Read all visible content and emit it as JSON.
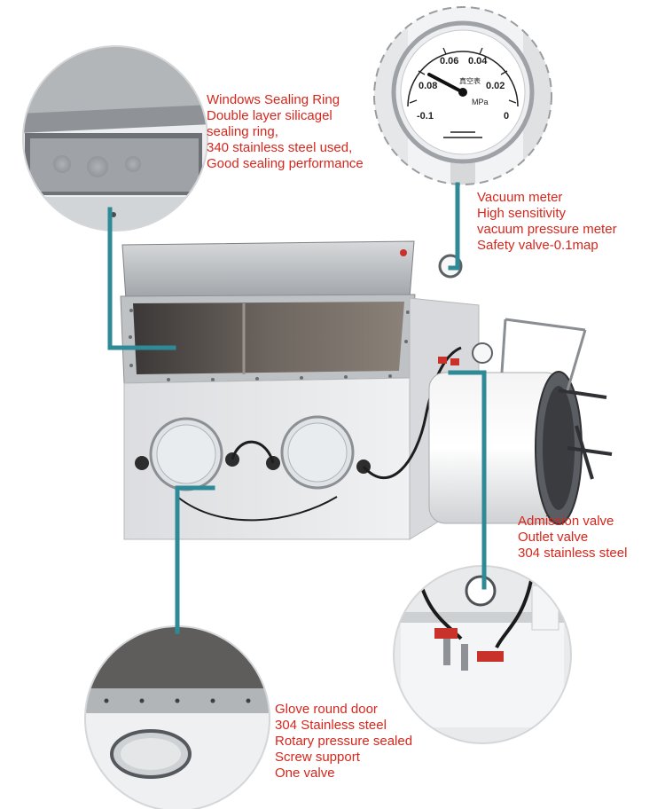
{
  "callouts": {
    "window": {
      "lines": [
        "Windows Sealing Ring",
        "Double layer silicagel",
        "sealing ring,",
        "340 stainless steel used,",
        "Good sealing performance"
      ]
    },
    "vacuum": {
      "lines": [
        "Vacuum meter",
        "High sensitivity",
        "vacuum pressure meter",
        "Safety valve-0.1map"
      ]
    },
    "valve": {
      "lines": [
        "Admission valve",
        "Outlet valve",
        "304 stainless steel"
      ]
    },
    "glove": {
      "lines": [
        "Glove round door",
        "304 Stainless steel",
        "Rotary pressure sealed",
        "Screw support",
        "One valve"
      ]
    }
  },
  "gauge": {
    "ticks": [
      "0.06",
      "0.04",
      "0.08",
      "0.02",
      "-0.1",
      "0"
    ],
    "unit": "MPa",
    "name": "真空表"
  },
  "colors": {
    "callout_text": "#d9261c",
    "leader_line": "#2e8a96",
    "steel": "#b9bcbf",
    "panel": "#e9eaec"
  }
}
